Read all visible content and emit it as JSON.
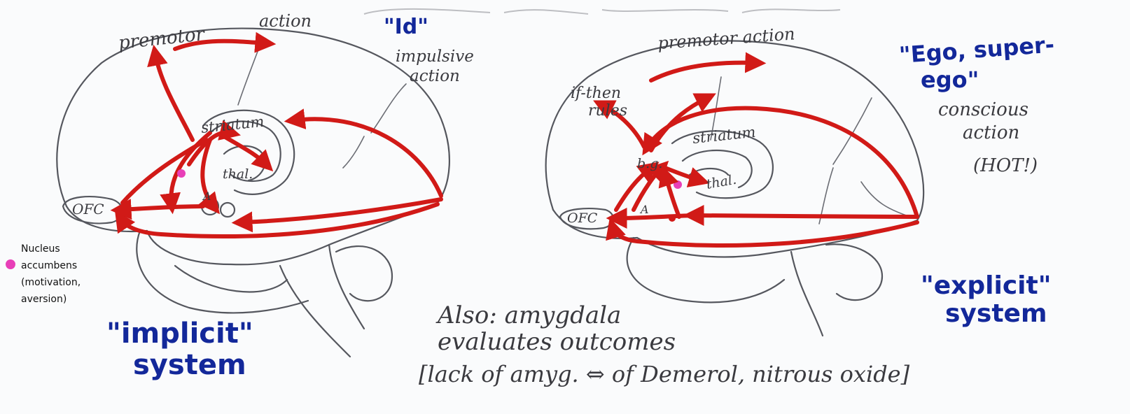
{
  "left": {
    "premotor": "premotor",
    "action": "action",
    "id_label": "\"Id\"",
    "impulsive_1": "impulsive",
    "impulsive_2": "action",
    "striatum": "striatum",
    "thal": "thal.",
    "ofc": "OFC",
    "a": "A",
    "system_1": "\"implicit\"",
    "system_2": "system"
  },
  "right": {
    "premotor_action": "premotor action",
    "if_then_1": "if-then",
    "if_then_2": "rules",
    "ego_1": "\"Ego, super-",
    "ego_2": "ego\"",
    "conscious_1": "conscious",
    "conscious_2": "action",
    "hot": "(HOT!)",
    "striatum": "striatum",
    "thal": "thal.",
    "bg": "b.g.",
    "ofc": "OFC",
    "a": "A",
    "system_1": "\"explicit\"",
    "system_2": "system"
  },
  "legend": {
    "line1": "Nucleus",
    "line2": "accumbens",
    "line3": "(motivation,",
    "line4": "aversion)",
    "dot_color": "#e83fb8"
  },
  "notes": {
    "line1": "Also: amygdala",
    "line2": "evaluates outcomes",
    "line3": "[lack of amyg. ⇔ of Demerol, nitrous oxide]"
  },
  "top_scribble": "[... ]"
}
